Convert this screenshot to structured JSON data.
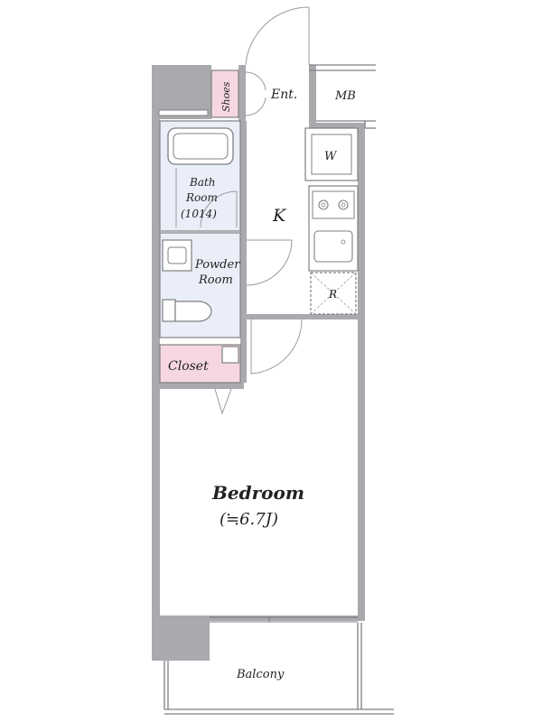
{
  "rooms": {
    "entrance": "Ent.",
    "meter_box": "MB",
    "shoes": "Shoes",
    "washer": "W",
    "bath_line1": "Bath",
    "bath_line2": "Room",
    "bath_line3": "(1014)",
    "kitchen": "K",
    "refrigerator": "R",
    "powder_line1": "Powder",
    "powder_line2": "Room",
    "closet": "Closet",
    "bedroom": "Bedroom",
    "bedroom_size": "(≒6.7J)",
    "balcony": "Balcony"
  },
  "colors": {
    "wall": "#a9aaad",
    "wet_area": "#e9eef8",
    "storage": "#f6d7e1",
    "line": "#7f8084"
  }
}
